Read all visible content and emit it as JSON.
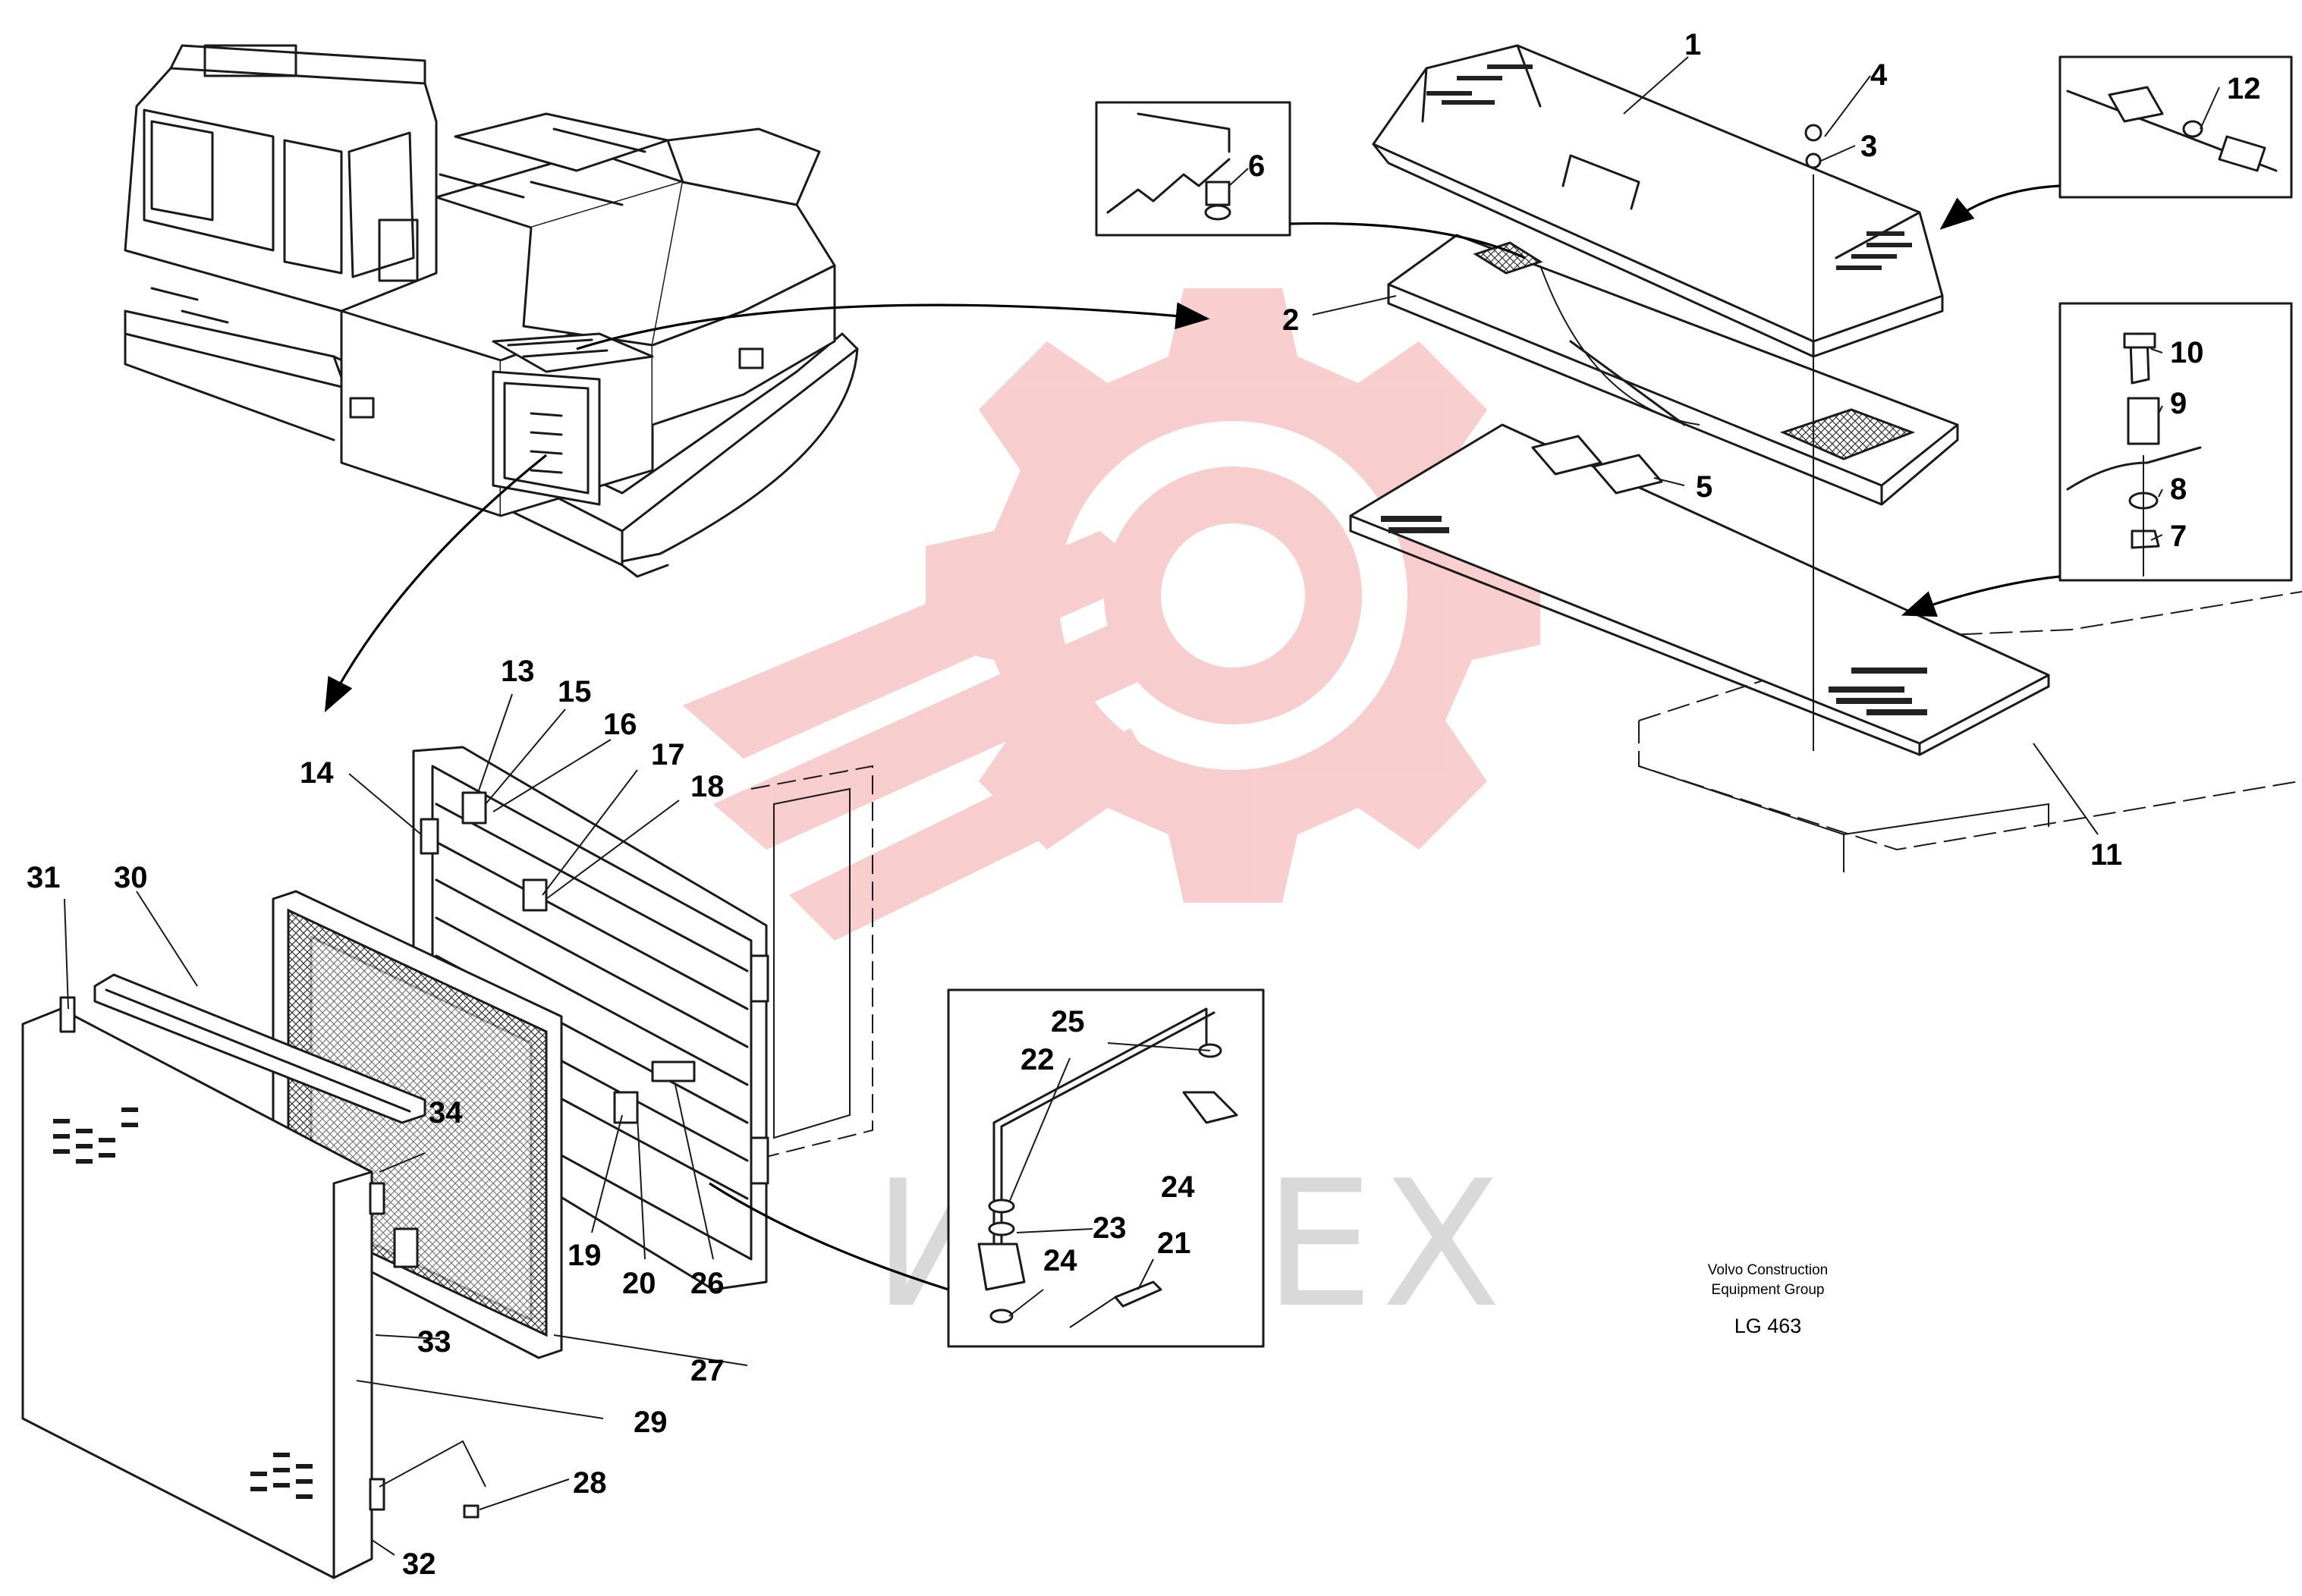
{
  "watermark": {
    "text": "ИНТЕХ",
    "color": "#f3a6a6"
  },
  "credit": {
    "line1": "Volvo Construction",
    "line2": "Equipment Group",
    "code": "LG 463"
  },
  "callouts": {
    "c1": "1",
    "c2": "2",
    "c3": "3",
    "c4": "4",
    "c5": "5",
    "c6": "6",
    "c7": "7",
    "c8": "8",
    "c9": "9",
    "c10": "10",
    "c11": "11",
    "c12": "12",
    "c13": "13",
    "c14": "14",
    "c15": "15",
    "c16": "16",
    "c17": "17",
    "c18": "18",
    "c19": "19",
    "c20": "20",
    "c21": "21",
    "c22": "22",
    "c23": "23",
    "c24a": "24",
    "c24b": "24",
    "c25": "25",
    "c26": "26",
    "c27": "27",
    "c28": "28",
    "c29": "29",
    "c30": "30",
    "c31": "31",
    "c32": "32",
    "c33": "33",
    "c34": "34"
  },
  "icons": [
    "gear-wrench-watermark-icon",
    "arrow-icon"
  ]
}
